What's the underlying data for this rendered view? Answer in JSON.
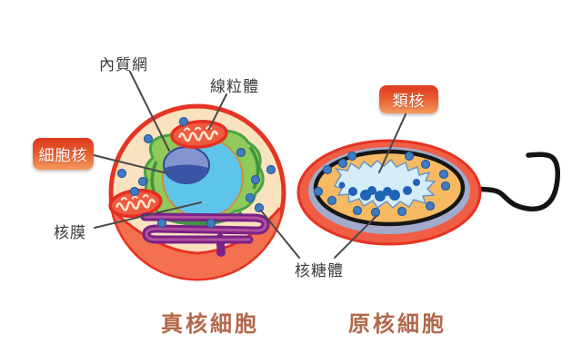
{
  "figure": {
    "type": "cell-comparison-diagram",
    "eukaryote": {
      "title": "真核細胞",
      "labels": {
        "endoplasmic_reticulum": "內質網",
        "mitochondrion": "線粒體",
        "nucleus": "細胞核",
        "nuclear_membrane": "核膜"
      }
    },
    "prokaryote": {
      "title": "原核細胞",
      "labels": {
        "nucleoid": "類核"
      }
    },
    "shared": {
      "ribosome": "核糖體"
    },
    "colors": {
      "tag_box_top": "#dd3a1d",
      "tag_box_bottom": "#f49a5c",
      "title_text": "#b2694a",
      "label_text": "#3b3b3b",
      "leader_line": "#4a4a4a",
      "cell_outline_red": "#e63323",
      "cytoplasm_peach": "#fbe2bf",
      "cytoplasm_shadow": "#f3714f",
      "er_green": "#8fca5a",
      "er_green_dark": "#47a245",
      "nucleus_blue": "#5fc4ea",
      "nucleolus_light": "#8494cf",
      "nucleolus_dark": "#3a55a5",
      "orange_patch": "#f79420",
      "golgi_purple": "#7a2187",
      "golgi_core_pink": "#b0519f",
      "mitochondrion_fill": "#ef5a40",
      "mitochondrion_cristae": "#fbe8d0",
      "ribosome_dot": "#3f7cc1",
      "prokaryote_capsule": "#ef5e45",
      "prokaryote_wall_gray": "#a2abcc",
      "prokaryote_membrane_black": "#161616",
      "prokaryote_cytoplasm": "#f6ba63",
      "nucleoid_fill": "#d6ecf9",
      "nucleoid_dark_blue": "#1f63b5",
      "flagellum_black": "#141414"
    }
  }
}
